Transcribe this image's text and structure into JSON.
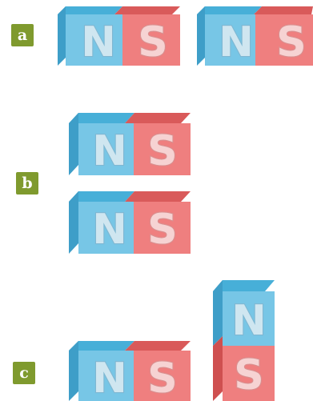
{
  "labels": {
    "a": "a",
    "b": "b",
    "c": "c"
  },
  "magnet_letters": {
    "north": "N",
    "south": "S"
  },
  "colors": {
    "label_bg": "#7f9a2e",
    "north_front": "#77c6e6",
    "north_top": "#47afd8",
    "north_side": "#3e9ec8",
    "south_front": "#ef7f7f",
    "south_top": "#d95a5a",
    "south_side": "#cf5050"
  }
}
